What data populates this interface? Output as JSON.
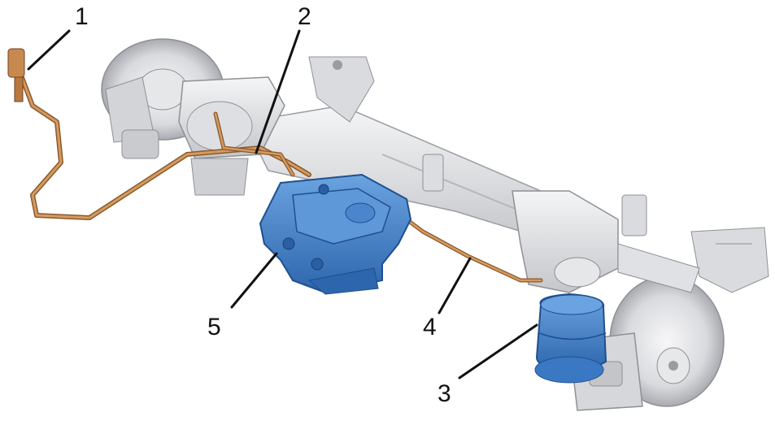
{
  "diagram": {
    "callouts": [
      {
        "id": "1",
        "label": "1"
      },
      {
        "id": "2",
        "label": "2"
      },
      {
        "id": "3",
        "label": "3"
      },
      {
        "id": "4",
        "label": "4"
      },
      {
        "id": "5",
        "label": "5"
      }
    ],
    "colors": {
      "metal_light": "#e9eaec",
      "metal_mid": "#c9cbcf",
      "metal_dark": "#8e9096",
      "pipe": "#c98a4e",
      "pipe_dark": "#8a5a2c",
      "blue_part": "#3b78c4",
      "blue_dark": "#1f4f8f",
      "blue_light": "#6aa3e0",
      "leader": "#111111"
    }
  }
}
